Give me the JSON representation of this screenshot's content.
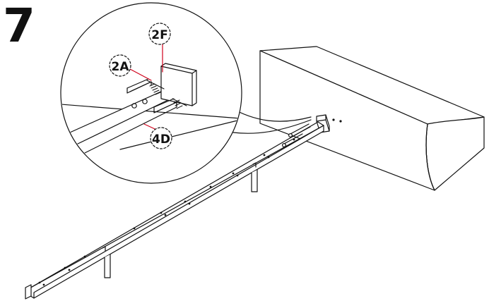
{
  "step": {
    "number": "7"
  },
  "parts": {
    "part_2F": "2F",
    "part_2A": "2A",
    "part_4D": "4D"
  },
  "colors": {
    "line": "#111111",
    "leader": "#d0021b",
    "background": "#ffffff"
  }
}
